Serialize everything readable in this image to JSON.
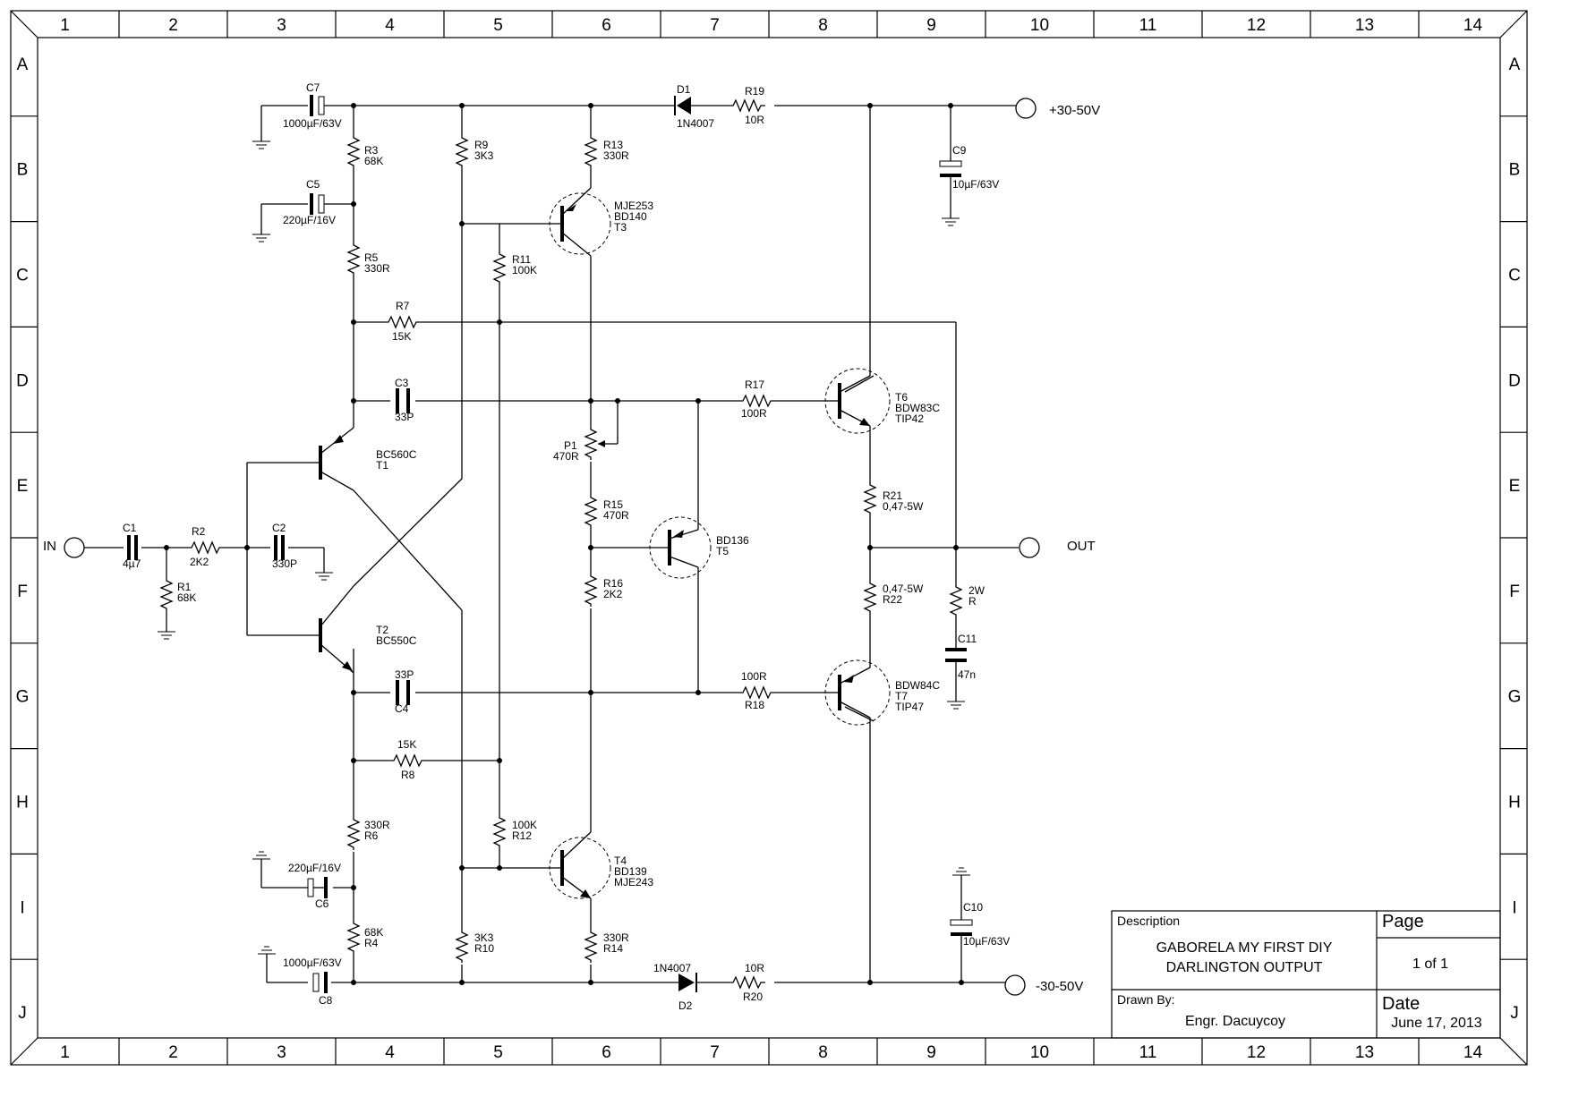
{
  "grid": {
    "columns": [
      "1",
      "2",
      "3",
      "4",
      "5",
      "6",
      "7",
      "8",
      "9",
      "10",
      "11",
      "12",
      "13",
      "14"
    ],
    "rows": [
      "A",
      "B",
      "C",
      "D",
      "E",
      "F",
      "G",
      "H",
      "I",
      "J"
    ]
  },
  "ports": {
    "input": "IN",
    "output": "OUT",
    "vpos": "+30-50V",
    "vneg": "-30-50V"
  },
  "components": {
    "C7": {
      "ref": "C7",
      "value": "1000µF/63V"
    },
    "C5": {
      "ref": "C5",
      "value": "220µF/16V"
    },
    "C6": {
      "ref": "C6",
      "value": "220µF/16V"
    },
    "C8": {
      "ref": "C8",
      "value": "1000µF/63V"
    },
    "C9": {
      "ref": "C9",
      "value": "10µF/63V"
    },
    "C10": {
      "ref": "C10",
      "value": "10µF/63V"
    },
    "C1": {
      "ref": "C1",
      "value": "4µ7"
    },
    "C2": {
      "ref": "C2",
      "value": "330P"
    },
    "C3": {
      "ref": "C3",
      "value": "33P"
    },
    "C4": {
      "ref": "C4",
      "value": "33P"
    },
    "C11": {
      "ref": "C11",
      "value": "47n"
    },
    "R1": {
      "ref": "R1",
      "value": "68K"
    },
    "R2": {
      "ref": "R2",
      "value": "2K2"
    },
    "R3": {
      "ref": "R3",
      "value": "68K"
    },
    "R4": {
      "ref": "R4",
      "value": "68K"
    },
    "R5": {
      "ref": "R5",
      "value": "330R"
    },
    "R6": {
      "ref": "R6",
      "value": "330R"
    },
    "R7": {
      "ref": "R7",
      "value": "15K"
    },
    "R8": {
      "ref": "R8",
      "value": "15K"
    },
    "R9": {
      "ref": "R9",
      "value": "3K3"
    },
    "R10": {
      "ref": "R10",
      "value": "3K3"
    },
    "R11": {
      "ref": "R11",
      "value": "100K"
    },
    "R12": {
      "ref": "R12",
      "value": "100K"
    },
    "R13": {
      "ref": "R13",
      "value": "330R"
    },
    "R14": {
      "ref": "R14",
      "value": "330R"
    },
    "R15": {
      "ref": "R15",
      "value": "470R"
    },
    "R16": {
      "ref": "R16",
      "value": "2K2"
    },
    "R17": {
      "ref": "R17",
      "value": "100R"
    },
    "R18": {
      "ref": "R18",
      "value": "100R"
    },
    "R19": {
      "ref": "R19",
      "value": "10R"
    },
    "R20": {
      "ref": "R20",
      "value": "10R"
    },
    "R21": {
      "ref": "R21",
      "value": "0,47-5W"
    },
    "R22": {
      "ref": "R22",
      "value": "0,47-5W"
    },
    "RZ": {
      "ref": "R",
      "value": "2W"
    },
    "P1": {
      "ref": "P1",
      "value": "470R"
    },
    "D1": {
      "ref": "D1",
      "value": "1N4007"
    },
    "D2": {
      "ref": "D2",
      "value": "1N4007"
    },
    "T1": {
      "ref": "T1",
      "part": "BC560C"
    },
    "T2": {
      "ref": "T2",
      "part": "BC550C"
    },
    "T3": {
      "ref": "T3",
      "part": "MJE253",
      "alt": "BD140"
    },
    "T4": {
      "ref": "T4",
      "part": "BD139",
      "alt": "MJE243"
    },
    "T5": {
      "ref": "T5",
      "part": "BD136"
    },
    "T6": {
      "ref": "T6",
      "part": "BDW83C",
      "alt": "TIP42"
    },
    "T7": {
      "ref": "T7",
      "part": "BDW84C",
      "alt": "TIP47"
    }
  },
  "title_block": {
    "description_label": "Description",
    "title_line1": "GABORELA MY FIRST DIY",
    "title_line2": "DARLINGTON OUTPUT",
    "page_label": "Page",
    "page_value": "1 of 1",
    "drawn_by_label": "Drawn By:",
    "drawn_by": "Engr. Dacuycoy",
    "date_label": "Date",
    "date": "June 17, 2013"
  }
}
